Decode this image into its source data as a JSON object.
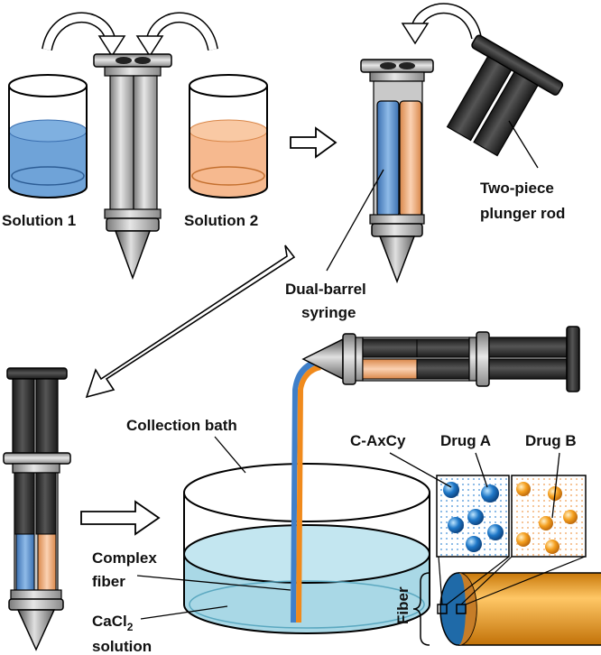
{
  "labels": {
    "solution1": "Solution 1",
    "solution2": "Solution 2",
    "plunger_line1": "Two-piece",
    "plunger_line2": "plunger rod",
    "syringe_line1": "Dual-barrel",
    "syringe_line2": "syringe",
    "collection_bath": "Collection bath",
    "complex_line1": "Complex",
    "complex_line2": "fiber",
    "cacl_main": "CaCl",
    "cacl_sub": "2",
    "cacl_line2": "solution",
    "caxcy": "C-AxCy",
    "drug_a": "Drug A",
    "drug_b": "Drug B",
    "fiber": "Fiber"
  },
  "colors": {
    "blue_solution": "#6fa3d8",
    "orange_solution": "#f6b98f",
    "bath_liquid": "#a9d8e6",
    "fiber_orange": "#f08a1c",
    "fiber_blue": "#3f7fc9",
    "drug_a_sphere": "#1f78c8",
    "drug_b_sphere": "#f5a020",
    "syringe_gray": "#9a9a9a",
    "plunger_black": "#2a2a2a"
  }
}
